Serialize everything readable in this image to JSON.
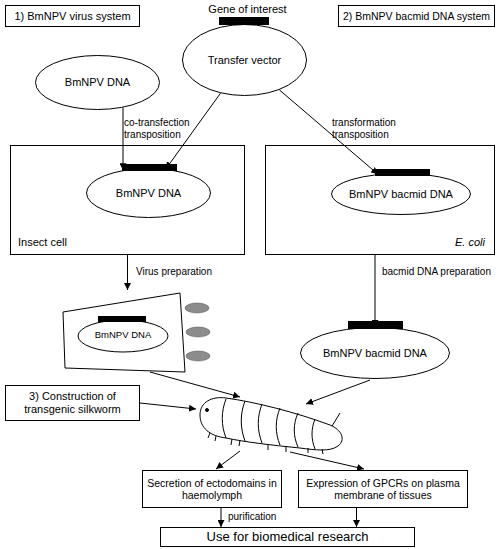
{
  "diagram": {
    "nodes": [
      {
        "text": [
          "1) BmNPV virus system"
        ]
      },
      {
        "text": [
          "Gene of interest",
          "Transfer vector"
        ]
      },
      {
        "text": [
          "2) BmNPV bacmid DNA system"
        ]
      },
      {
        "text": [
          "BmNPV DNA"
        ]
      },
      {
        "text": [
          "Insect cell"
        ]
      },
      {
        "text": [
          "BmNPV DNA"
        ],
        "in": 4
      },
      {
        "text": [
          "E. coli"
        ]
      },
      {
        "text": [
          "BmNPV bacmid DNA"
        ],
        "in": 6
      },
      {
        "text": [
          "BmNPV DNA"
        ]
      },
      {
        "text": [
          "BmNPV bacmid DNA"
        ]
      },
      {
        "text": [
          "3) Construction of transgenic silkworm"
        ]
      },
      {
        "text": [
          "Secretion of ectodomains in haemolymph"
        ]
      },
      {
        "text": [
          "Expression of GPCRs on plasma membrane of tissues"
        ]
      },
      {
        "text": [
          "Use for biomedical research"
        ]
      }
    ],
    "edges": [
      {
        "from": 3,
        "to": 5,
        "arrow": "to"
      },
      {
        "from": 1,
        "to": 5,
        "arrow": "to"
      },
      {
        "from": 1,
        "to": 7,
        "arrow": "to"
      },
      {
        "from": 4,
        "to": 8,
        "arrow": "to"
      },
      {
        "from": 6,
        "to": 9,
        "arrow": "to"
      },
      {
        "from": 11,
        "to": 13,
        "arrow": "to"
      },
      {
        "from": 12,
        "to": 13,
        "arrow": "to"
      }
    ],
    "labels": [
      "co-transfection transposition",
      "transformation transposition",
      "Virus preparation",
      "bacmid DNA preparation",
      "purification"
    ]
  }
}
